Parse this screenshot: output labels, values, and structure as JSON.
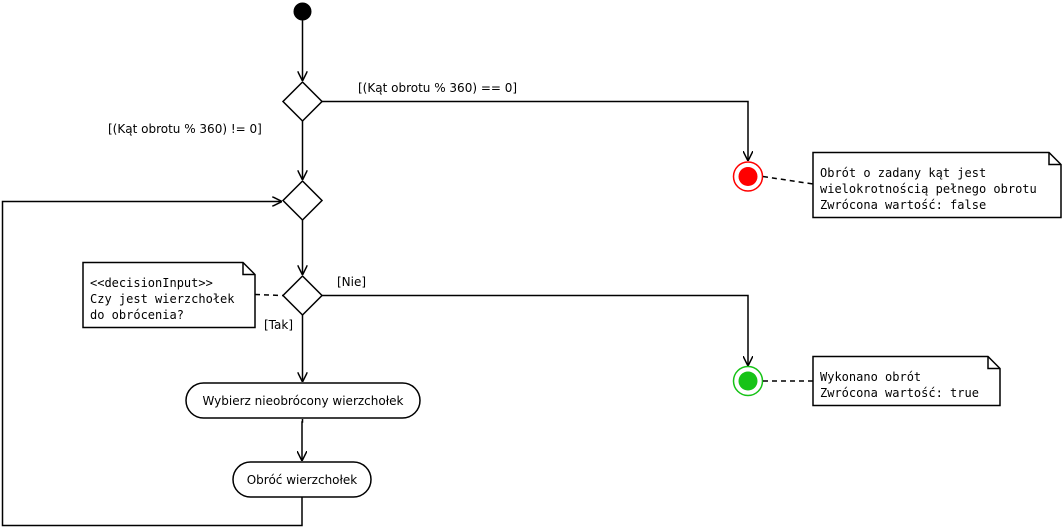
{
  "guards": {
    "divisible": "[(Kąt obrotu % 360) == 0]",
    "not_divisible": "[(Kąt obrotu % 360) != 0]",
    "no": "[Nie]",
    "yes": "[Tak]"
  },
  "actions": {
    "select_vertex": "Wybierz nieobrócony wierzchołek",
    "rotate_vertex": "Obróć wierzchołek"
  },
  "notes": {
    "final_false": [
      "Obrót o zadany kąt jest",
      "wielokrotnością pełnego obrotu",
      "Zwrócona wartość: false"
    ],
    "decision_input": [
      "<<decisionInput>>",
      "Czy jest wierzchołek",
      "do obrócenia?"
    ],
    "final_true": [
      "Wykonano obrót",
      "Zwrócona wartość: true"
    ]
  },
  "colors": {
    "final_false": "#ff0000",
    "final_true": "#17c317",
    "initial": "#000000"
  }
}
